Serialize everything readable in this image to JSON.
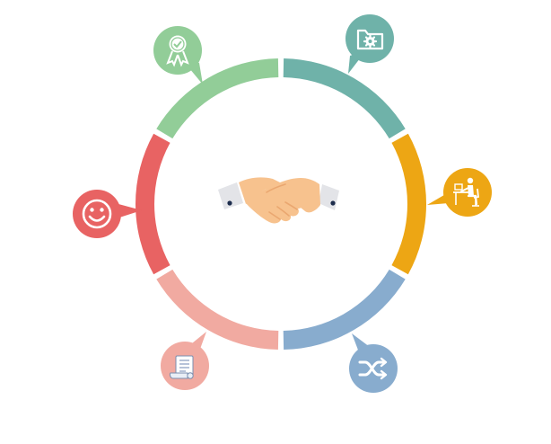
{
  "diagram": {
    "center_icon": "handshake-icon",
    "segments": [
      {
        "id": "teal",
        "color": "#6fb2a9",
        "icon": "folder-settings-icon"
      },
      {
        "id": "orange",
        "color": "#eda614",
        "icon": "person-at-desk-icon"
      },
      {
        "id": "blue",
        "color": "#88acce",
        "icon": "shuffle-arrows-icon"
      },
      {
        "id": "pink",
        "color": "#f1aaa1",
        "icon": "document-scroll-icon"
      },
      {
        "id": "red",
        "color": "#e86363",
        "icon": "smiley-face-icon"
      },
      {
        "id": "green",
        "color": "#92cd98",
        "icon": "award-ribbon-icon"
      }
    ],
    "colors": {
      "skin": "#f7c28e",
      "skin_shadow": "#eaa770",
      "cuff": "#e3e4e8",
      "button": "#1d2d4d",
      "white": "#ffffff"
    }
  }
}
